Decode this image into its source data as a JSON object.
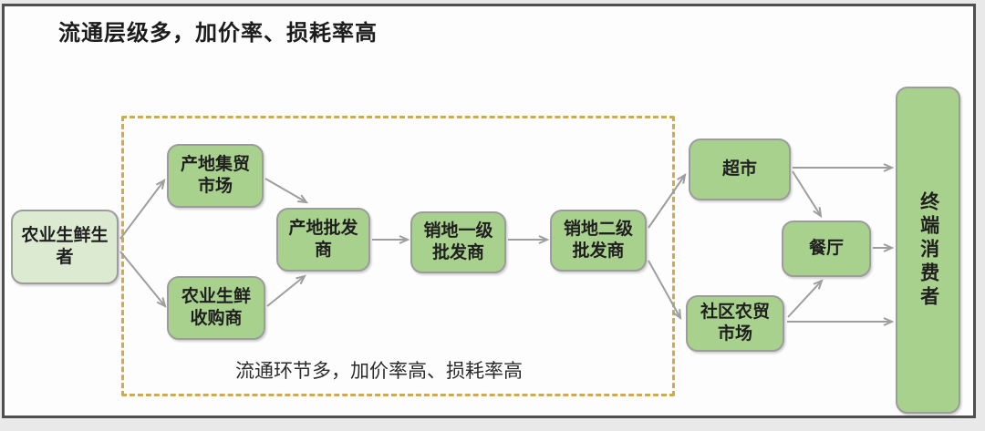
{
  "title": "流通层级多，加价率、损耗率高",
  "diagram": {
    "caption": "流通环节多，加价率高、损耗率高",
    "nodes": {
      "producer": {
        "label": "农业生鲜生\n者"
      },
      "origin_market": {
        "label": "产地集贸\n市场"
      },
      "purchaser": {
        "label": "农业生鲜\n收购商"
      },
      "origin_wholesaler": {
        "label": "产地批发\n商"
      },
      "dest_first": {
        "label": "销地一级\n批发商"
      },
      "dest_second": {
        "label": "销地二级\n批发商"
      },
      "supermarket": {
        "label": "超市"
      },
      "community_market": {
        "label": "社区农贸\n市场"
      },
      "restaurant": {
        "label": "餐厅"
      },
      "consumer": {
        "label": "终端消费者"
      }
    },
    "edges": [
      {
        "from": "producer",
        "to": "origin_market"
      },
      {
        "from": "producer",
        "to": "purchaser"
      },
      {
        "from": "origin_market",
        "to": "origin_wholesaler"
      },
      {
        "from": "purchaser",
        "to": "origin_wholesaler"
      },
      {
        "from": "origin_wholesaler",
        "to": "dest_first"
      },
      {
        "from": "dest_first",
        "to": "dest_second"
      },
      {
        "from": "dest_second",
        "to": "supermarket"
      },
      {
        "from": "dest_second",
        "to": "community_market"
      },
      {
        "from": "supermarket",
        "to": "consumer"
      },
      {
        "from": "supermarket",
        "to": "restaurant"
      },
      {
        "from": "community_market",
        "to": "restaurant"
      },
      {
        "from": "restaurant",
        "to": "consumer"
      },
      {
        "from": "community_market",
        "to": "consumer"
      }
    ],
    "colors": {
      "node_fill": "#a9d18e",
      "node_fill_pale": "#dcead2",
      "node_border": "#9c9c9c",
      "dashed_border": "#d2ab42",
      "arrow": "#9e9e9e",
      "frame": "#4f4f4f"
    }
  }
}
